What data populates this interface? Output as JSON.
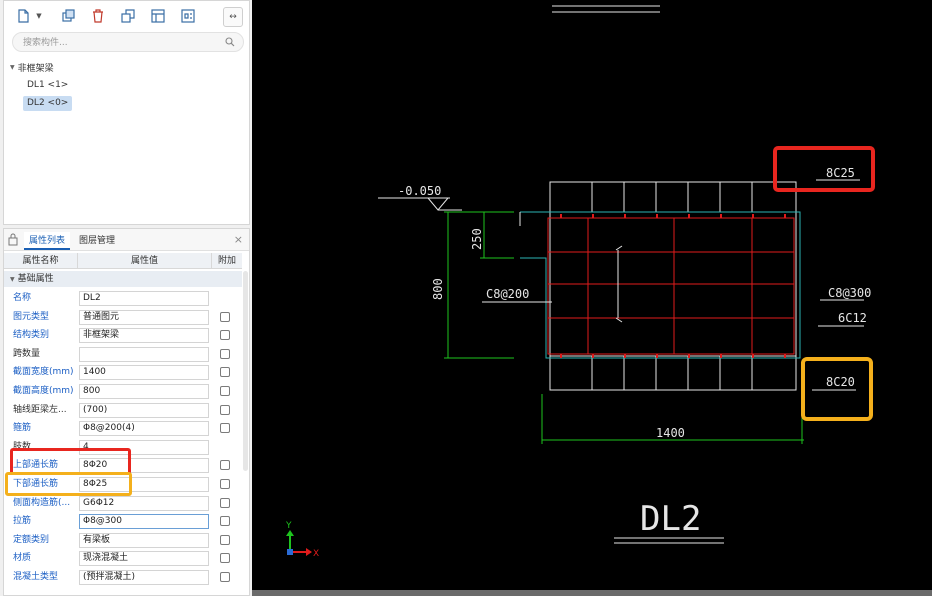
{
  "toolbar": {
    "buttons": [
      "new-icon",
      "copy-icon",
      "delete-icon",
      "duplicate-icon",
      "layer-icon",
      "property-icon"
    ],
    "collapse_label": "↔"
  },
  "search": {
    "placeholder": "搜索构件..."
  },
  "tree": {
    "root_label": "非框架梁",
    "items": [
      {
        "label": "DL1 <1>",
        "selected": false
      },
      {
        "label": "DL2 <0>",
        "selected": true
      }
    ]
  },
  "props": {
    "tabs": [
      "属性列表",
      "图层管理"
    ],
    "close_label": "×",
    "col_name": "属性名称",
    "col_value": "属性值",
    "col_extra": "附加",
    "group_label": "基础属性",
    "rows": [
      {
        "name": "名称",
        "value": "DL2",
        "blue": true,
        "check": false
      },
      {
        "name": "图元类型",
        "value": "普通图元",
        "blue": true,
        "check": true
      },
      {
        "name": "结构类别",
        "value": "非框架梁",
        "blue": true,
        "check": true
      },
      {
        "name": "跨数量",
        "value": "",
        "blue": false,
        "check": true
      },
      {
        "name": "截面宽度(mm)",
        "value": "1400",
        "blue": true,
        "check": true
      },
      {
        "name": "截面高度(mm)",
        "value": "800",
        "blue": true,
        "check": true
      },
      {
        "name": "轴线距梁左...",
        "value": "(700)",
        "blue": false,
        "check": true
      },
      {
        "name": "箍筋",
        "value": "Φ8@200(4)",
        "blue": true,
        "check": true
      },
      {
        "name": "肢数",
        "value": "4",
        "blue": false,
        "check": false
      },
      {
        "name": "上部通长筋",
        "value": "8Φ20",
        "blue": true,
        "check": true
      },
      {
        "name": "下部通长筋",
        "value": "8Φ25",
        "blue": true,
        "check": true
      },
      {
        "name": "侧面构造筋(...",
        "value": "G6Φ12",
        "blue": true,
        "check": true
      },
      {
        "name": "拉筋",
        "value": "Φ8@300",
        "blue": true,
        "check": true,
        "focus": true
      },
      {
        "name": "定额类别",
        "value": "有梁板",
        "blue": true,
        "check": true
      },
      {
        "name": "材质",
        "value": "现浇混凝土",
        "blue": true,
        "check": true
      },
      {
        "name": "混凝土类型",
        "value": "(预拌混凝土)",
        "blue": true,
        "check": true
      }
    ]
  },
  "drawing": {
    "elevation": "-0.050",
    "dim_250": "250",
    "dim_800": "800",
    "dim_1400": "1400",
    "stirrup_label": "C8@200",
    "tie_label": "C8@300",
    "side_label": "6C12",
    "top_bar_label": "8C25",
    "bottom_bar_label": "8C20",
    "beam_title": "DL2",
    "axis_y": "Y",
    "axis_x": "X",
    "colors": {
      "rebar": "#e01b1b",
      "dim": "#1ec31e",
      "line": "#e6e6e6",
      "cyan": "#2cb5b5",
      "highlight_red": "#e8261f",
      "highlight_orange": "#f4b01c"
    }
  }
}
